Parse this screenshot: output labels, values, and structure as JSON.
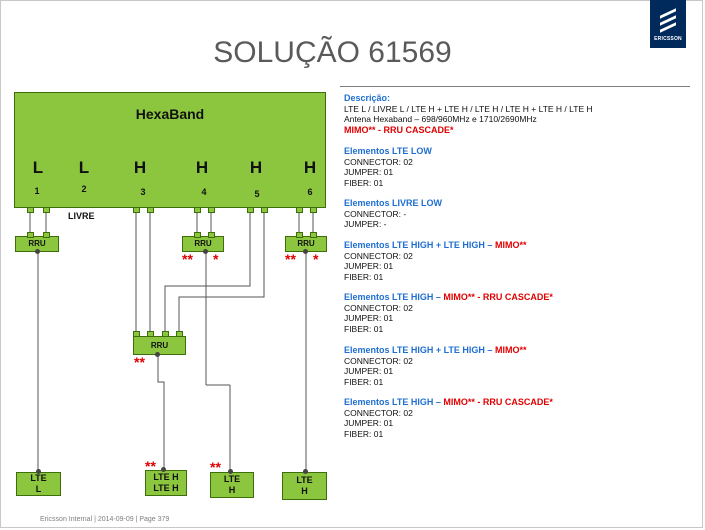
{
  "header": {
    "title": "SOLUÇÃO 61569",
    "logo_text": "ERICSSON"
  },
  "diagram": {
    "hexaband_label": "HexaBand",
    "bands": [
      "L",
      "L",
      "H",
      "H",
      "H",
      "H"
    ],
    "port_numbers": [
      "1",
      "2",
      "3",
      "4",
      "5",
      "6"
    ],
    "livre_label": "LIVRE",
    "rru_label": "RRU",
    "mimo_mark": "**",
    "cascade_mark": "*",
    "antennas": [
      {
        "line1": "LTE",
        "line2": "L"
      },
      {
        "line1": "LTE H",
        "line2": "LTE H"
      },
      {
        "line1": "LTE",
        "line2": "H"
      },
      {
        "line1": "LTE",
        "line2": "H"
      }
    ]
  },
  "description": {
    "heading": "Descrição:",
    "line1": "LTE L / LIVRE L / LTE H + LTE H / LTE H / LTE H + LTE H / LTE H",
    "line2": "Antena Hexaband – 698/960MHz  e  1710/2690MHz",
    "line3": "MIMO** - RRU CASCADE*",
    "sections": [
      {
        "title_blue": "Elementos LTE LOW",
        "title_red": "",
        "connector": "CONNECTOR: 02",
        "jumper": "JUMPER: 01",
        "fiber": "FIBER: 01"
      },
      {
        "title_blue": "Elementos LIVRE LOW",
        "title_red": "",
        "connector": "CONNECTOR: -",
        "jumper": "JUMPER: -",
        "fiber": ""
      },
      {
        "title_blue": "Elementos LTE HIGH + LTE HIGH – ",
        "title_red": "MIMO**",
        "connector": "CONNECTOR: 02",
        "jumper": "JUMPER: 01",
        "fiber": "FIBER: 01"
      },
      {
        "title_blue": "Elementos LTE HIGH – ",
        "title_red": "MIMO** - RRU CASCADE*",
        "connector": "CONNECTOR: 02",
        "jumper": "JUMPER: 01",
        "fiber": "FIBER: 01"
      },
      {
        "title_blue": "Elementos LTE HIGH + LTE HIGH – ",
        "title_red": "MIMO**",
        "connector": "CONNECTOR: 02",
        "jumper": "JUMPER: 01",
        "fiber": "FIBER: 01"
      },
      {
        "title_blue": "Elementos LTE HIGH – ",
        "title_red": "MIMO** - RRU CASCADE*",
        "connector": "CONNECTOR: 02",
        "jumper": "JUMPER: 01",
        "fiber": "FIBER: 01"
      }
    ]
  },
  "footer": {
    "text": "Ericsson Internal  |  2014-09-09  |  Page 379"
  }
}
